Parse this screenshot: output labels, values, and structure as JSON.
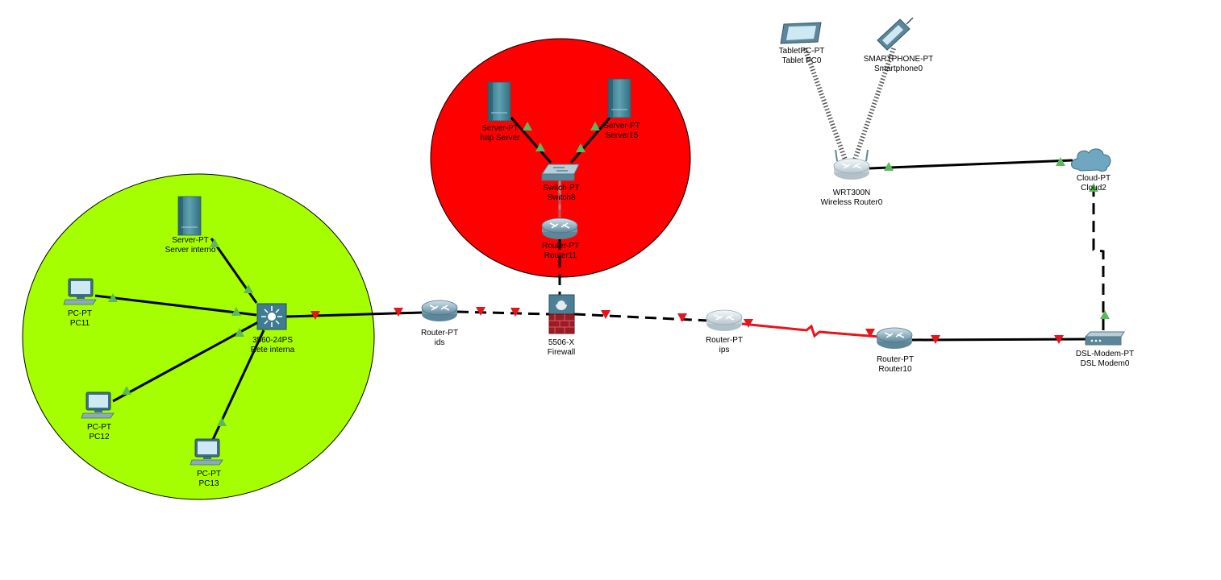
{
  "colors": {
    "zone_internal": "#a6ff00",
    "zone_dmz": "#ff0000",
    "link_copper": "#000000",
    "link_serial": "#e8141b",
    "link_up": "#5cb85c",
    "link_down": "#e8141b"
  },
  "devices": {
    "server_internal": {
      "model": "Server-PT",
      "name": "Server interno",
      "icon": "server-icon"
    },
    "pc11": {
      "model": "PC-PT",
      "name": "PC11",
      "icon": "pc-icon"
    },
    "pc12": {
      "model": "PC-PT",
      "name": "PC12",
      "icon": "pc-icon"
    },
    "pc13": {
      "model": "PC-PT",
      "name": "PC13",
      "icon": "pc-icon"
    },
    "core_switch": {
      "model": "3560-24PS",
      "name": "Rete interna",
      "icon": "multilayer-switch-icon"
    },
    "router_ids": {
      "model": "Router-PT",
      "name": "ids",
      "icon": "router-icon"
    },
    "firewall": {
      "model": "5506-X",
      "name": "Firewall",
      "icon": "firewall-icon"
    },
    "http_server": {
      "model": "Server-PT",
      "name": "http Server",
      "icon": "server-icon"
    },
    "server15": {
      "model": "Server-PT",
      "name": "Server15",
      "icon": "server-icon"
    },
    "switch8": {
      "model": "Switch-PT",
      "name": "Switch8",
      "icon": "switch-icon"
    },
    "router11": {
      "model": "Router-PT",
      "name": "Router11",
      "icon": "router-icon"
    },
    "router_ips": {
      "model": "Router-PT",
      "name": "ips",
      "icon": "router-icon"
    },
    "router10": {
      "model": "Router-PT",
      "name": "Router10",
      "icon": "router-icon"
    },
    "dsl_modem": {
      "model": "DSL-Modem-PT",
      "name": "DSL Modem0",
      "icon": "dsl-modem-icon"
    },
    "cloud": {
      "model": "Cloud-PT",
      "name": "Cloud2",
      "icon": "cloud-icon"
    },
    "wireless_router": {
      "model": "WRT300N",
      "name": "Wireless Router0",
      "icon": "wireless-router-icon"
    },
    "tablet": {
      "model": "TabletPC-PT",
      "name": "Tablet PC0",
      "icon": "tablet-icon"
    },
    "smartphone": {
      "model": "SMARTPHONE-PT",
      "name": "Smartphone0",
      "icon": "smartphone-icon"
    }
  },
  "links": [
    {
      "from": "server_internal",
      "to": "core_switch",
      "type": "copper",
      "status": [
        "up",
        "up"
      ]
    },
    {
      "from": "pc11",
      "to": "core_switch",
      "type": "copper",
      "status": [
        "up",
        "up"
      ]
    },
    {
      "from": "pc12",
      "to": "core_switch",
      "type": "copper",
      "status": [
        "up",
        "up"
      ]
    },
    {
      "from": "pc13",
      "to": "core_switch",
      "type": "copper",
      "status": [
        "up",
        "up"
      ]
    },
    {
      "from": "core_switch",
      "to": "router_ids",
      "type": "copper",
      "status": [
        "down",
        "down"
      ]
    },
    {
      "from": "router_ids",
      "to": "firewall",
      "type": "crossover",
      "status": [
        "down",
        "down"
      ]
    },
    {
      "from": "firewall",
      "to": "router_ips",
      "type": "crossover",
      "status": [
        "down",
        "down"
      ]
    },
    {
      "from": "http_server",
      "to": "switch8",
      "type": "copper",
      "status": [
        "up",
        "up"
      ]
    },
    {
      "from": "server15",
      "to": "switch8",
      "type": "copper",
      "status": [
        "up",
        "up"
      ]
    },
    {
      "from": "switch8",
      "to": "router11",
      "type": "copper",
      "status": [
        "down",
        "down"
      ]
    },
    {
      "from": "router11",
      "to": "firewall",
      "type": "crossover",
      "status": [
        "none",
        "none"
      ]
    },
    {
      "from": "router_ips",
      "to": "router10",
      "type": "serial",
      "status": [
        "down",
        "down"
      ]
    },
    {
      "from": "router10",
      "to": "dsl_modem",
      "type": "copper",
      "status": [
        "down",
        "down"
      ]
    },
    {
      "from": "dsl_modem",
      "to": "cloud",
      "type": "phone",
      "status": [
        "up",
        "up"
      ]
    },
    {
      "from": "wireless_router",
      "to": "cloud",
      "type": "copper",
      "status": [
        "up",
        "up"
      ]
    },
    {
      "from": "tablet",
      "to": "wireless_router",
      "type": "wireless",
      "status": [
        "none",
        "none"
      ]
    },
    {
      "from": "smartphone",
      "to": "wireless_router",
      "type": "wireless",
      "status": [
        "none",
        "none"
      ]
    }
  ]
}
